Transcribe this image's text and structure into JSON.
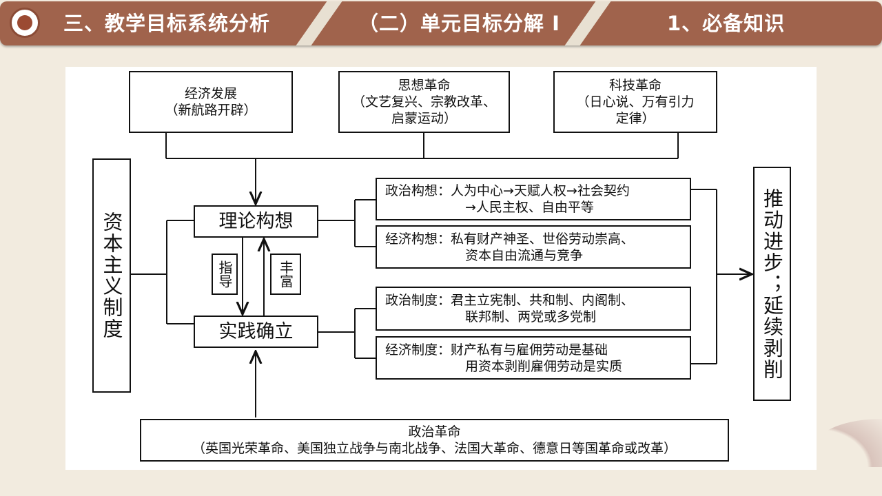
{
  "header": {
    "section": "三、教学目标系统分析",
    "subsection": "（二）单元目标分解 Ⅰ",
    "topic": "1、必备知识"
  },
  "diagram": {
    "econ_dev": [
      "经济发展",
      "（新航路开辟）"
    ],
    "thought_rev": [
      "思想革命",
      "（文艺复兴、宗教改革、",
      "启蒙运动）"
    ],
    "tech_rev": [
      "科技革命",
      "（日心说、万有引力",
      "定律）"
    ],
    "capitalism": "资本主义制度",
    "theory": "理论构想",
    "practice": "实践确立",
    "guide": "指导",
    "enrich": "丰富",
    "political_concept": [
      "政治构想：人为中心→天赋人权→社会契约",
      "→人民主权、自由平等"
    ],
    "economic_concept": [
      "经济构想：私有财产神圣、世俗劳动崇高、",
      "资本自由流通与竞争"
    ],
    "political_system": [
      "政治制度：君主立宪制、共和制、内阁制、",
      "联邦制、两党或多党制"
    ],
    "economic_system": [
      "经济制度：财产私有与雇佣劳动是基础",
      "用资本剥削雇佣劳动是实质"
    ],
    "result": "推动进步；延续剥削",
    "political_rev": [
      "政治革命",
      "（英国光荣革命、美国独立战争与南北战争、法国大革命、德意日等国革命或改革）"
    ]
  }
}
